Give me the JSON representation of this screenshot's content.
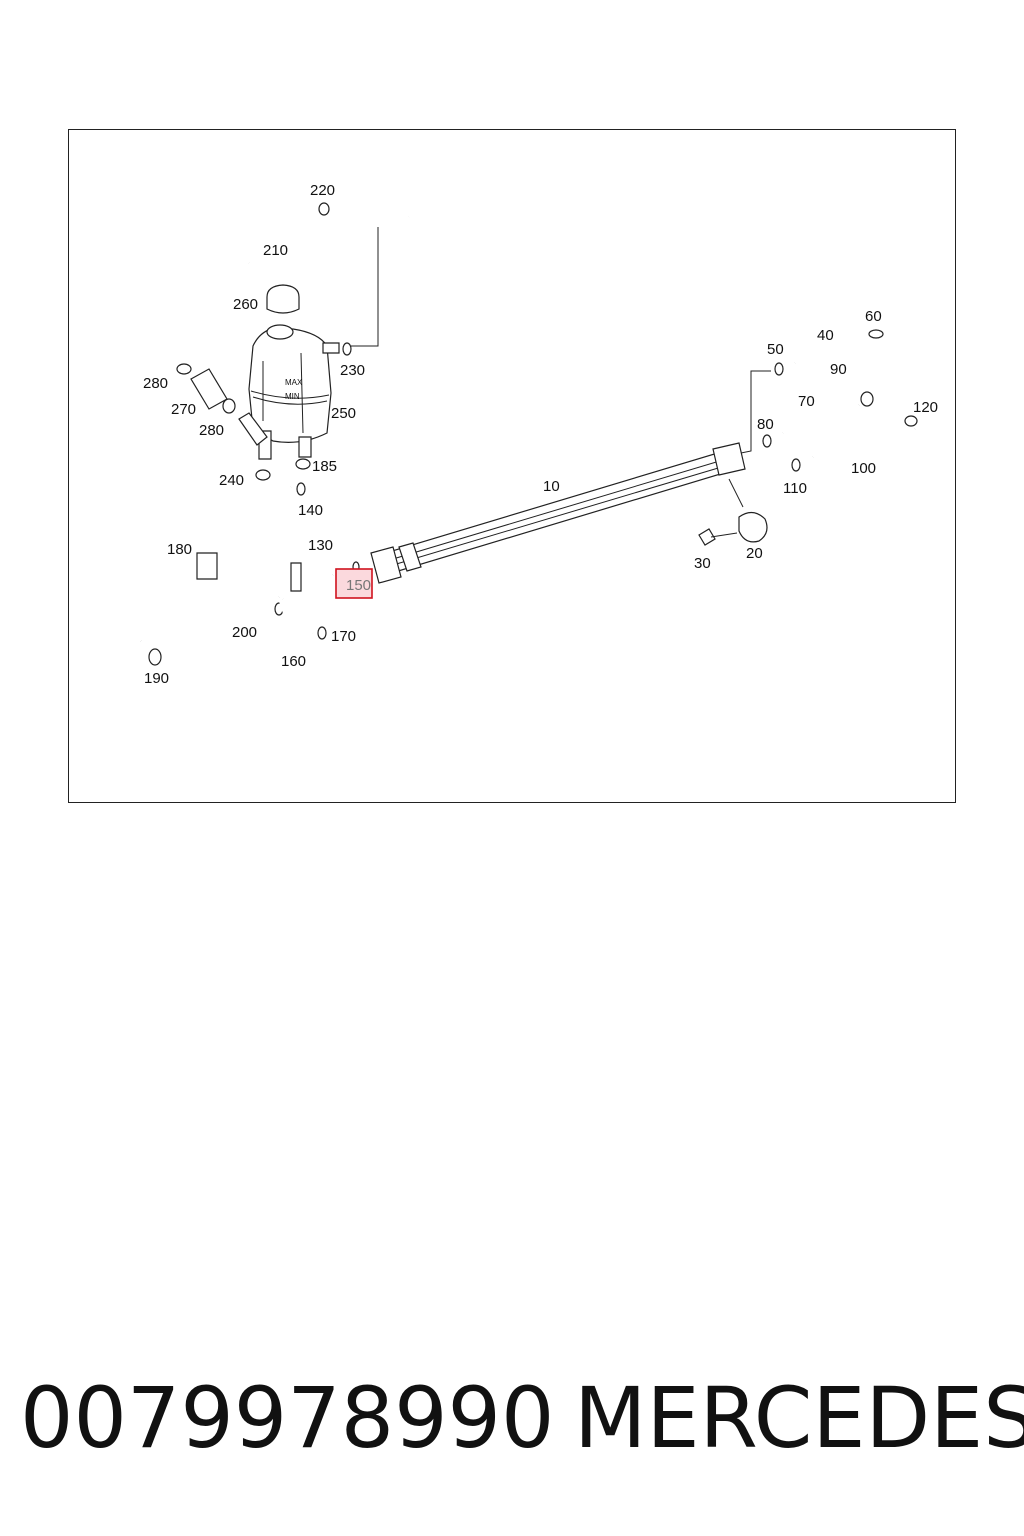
{
  "diagram": {
    "highlighted_part": "150",
    "labels": {
      "p10": "10",
      "p20": "20",
      "p30": "30",
      "p40": "40",
      "p50": "50",
      "p60": "60",
      "p70": "70",
      "p80": "80",
      "p90": "90",
      "p100": "100",
      "p110": "110",
      "p120": "120",
      "p130": "130",
      "p140": "140",
      "p150": "150",
      "p160": "160",
      "p170": "170",
      "p180": "180",
      "p185": "185",
      "p190": "190",
      "p200": "200",
      "p210": "210",
      "p220": "220",
      "p230": "230",
      "p240": "240",
      "p250": "250",
      "p260": "260",
      "p270": "270",
      "p280a": "280",
      "p280b": "280"
    },
    "tank_markings": {
      "max": "MAX",
      "min": "MIN"
    }
  },
  "footer": {
    "part_number": "0079978990",
    "brand": "MERCEDES"
  },
  "colors": {
    "highlight_fill": "#fbd9dd",
    "highlight_stroke": "#d0121e",
    "line": "#222222"
  }
}
